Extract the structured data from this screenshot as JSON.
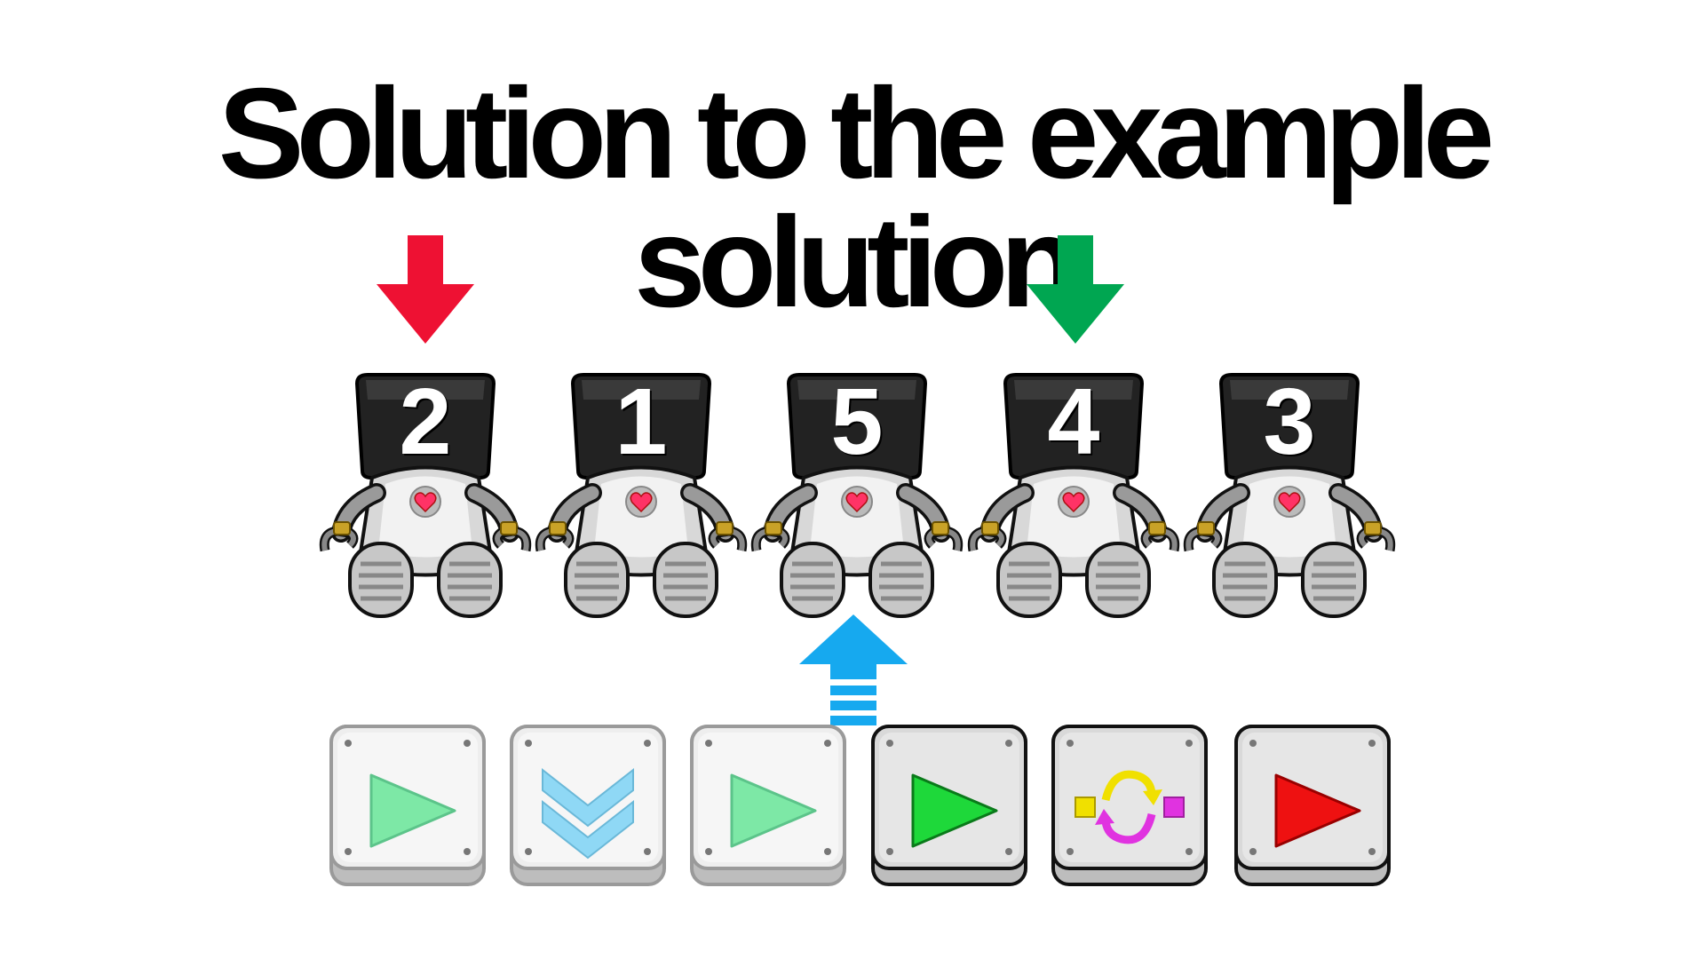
{
  "title": "Solution to the example solution",
  "robots": [
    {
      "number": "2"
    },
    {
      "number": "1"
    },
    {
      "number": "5"
    },
    {
      "number": "4"
    },
    {
      "number": "3"
    }
  ],
  "markers": [
    {
      "icon": "down-arrow-icon",
      "color": "#ee1133",
      "points_to_robot": "2"
    },
    {
      "icon": "down-arrow-icon",
      "color": "#00a651",
      "points_to_robot": "4"
    },
    {
      "icon": "up-arrow-icon",
      "color": "#16a9ef",
      "points_to_robot": "5"
    }
  ],
  "command_buttons": [
    {
      "icon": "play-icon",
      "color": "#7de8a6",
      "state": "faded"
    },
    {
      "icon": "double-chevron-down-icon",
      "color": "#8fd8f5",
      "state": "faded"
    },
    {
      "icon": "play-icon",
      "color": "#7de8a6",
      "state": "faded"
    },
    {
      "icon": "play-icon",
      "color": "#1ed83a",
      "state": "active"
    },
    {
      "icon": "swap-icon",
      "color": "#e033e0",
      "state": "active"
    },
    {
      "icon": "play-icon",
      "color": "#ee1111",
      "state": "active"
    }
  ]
}
